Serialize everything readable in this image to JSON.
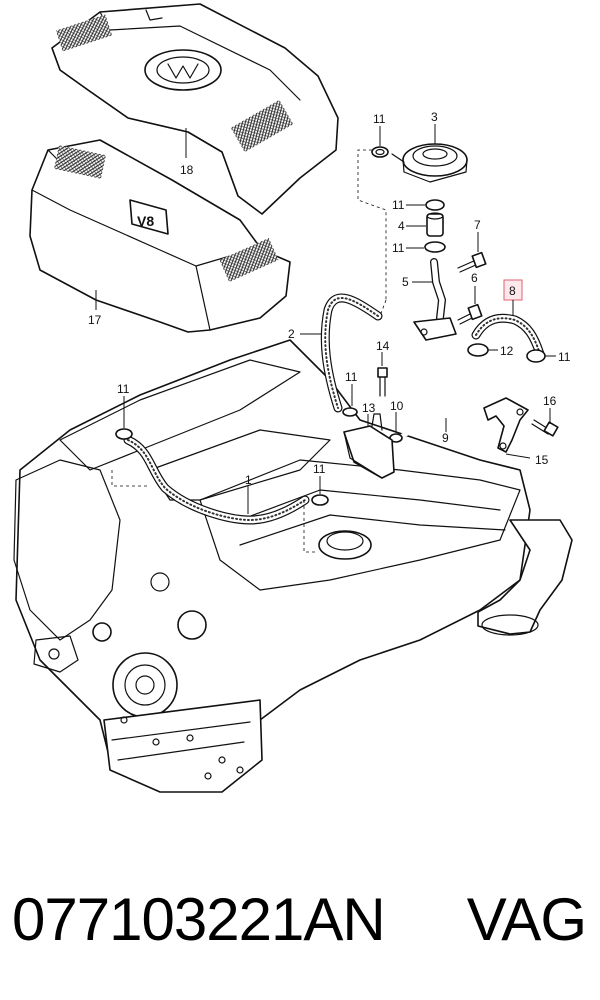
{
  "callouts": {
    "c1": "1",
    "c2": "2",
    "c3": "3",
    "c4": "4",
    "c5": "5",
    "c6": "6",
    "c7": "7",
    "c8": "8",
    "c9": "9",
    "c10": "10",
    "c11a": "11",
    "c11b": "11",
    "c11c": "11",
    "c11d": "11",
    "c11e": "11",
    "c11f": "11",
    "c11g": "11",
    "c12": "12",
    "c13": "13",
    "c14": "14",
    "c15": "15",
    "c16": "16",
    "c17": "17",
    "c18": "18"
  },
  "emblems": {
    "v8": "V8",
    "vw": "VW"
  },
  "highlight_color": "#e06070",
  "footer": {
    "part_number": "077103221AN",
    "brand": "VAG"
  }
}
